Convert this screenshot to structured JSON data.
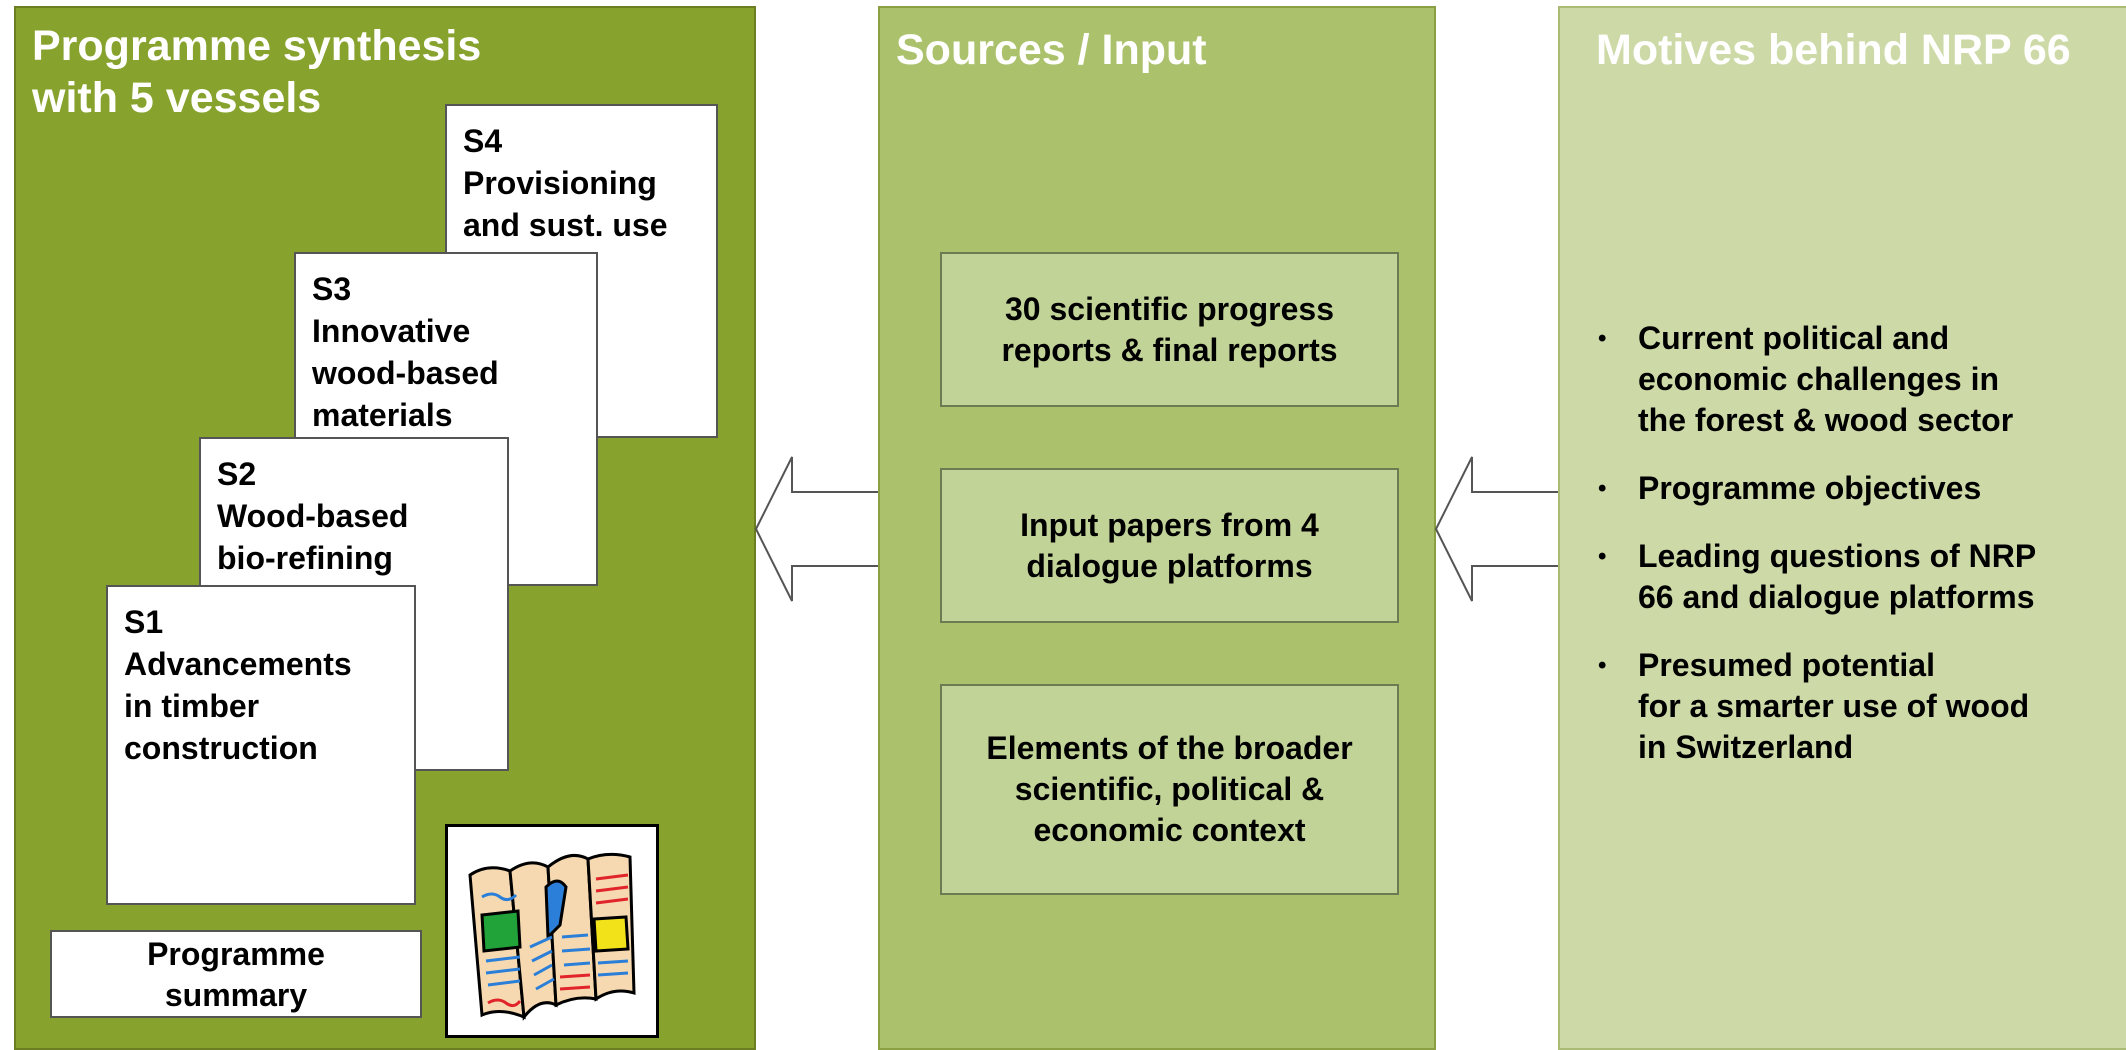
{
  "panels": {
    "synthesis": {
      "title_lines": [
        "Programme synthesis",
        "with 5 vessels"
      ]
    },
    "sources": {
      "title": "Sources / Input"
    },
    "motives": {
      "title": "Motives behind NRP 66"
    }
  },
  "synthesis_docs": [
    {
      "lines": [
        "S4",
        "Provisioning",
        "and sust. use"
      ]
    },
    {
      "lines": [
        "S3",
        "Innovative",
        "wood-based",
        "materials"
      ]
    },
    {
      "lines": [
        "S2",
        "Wood-based",
        "bio-refining"
      ]
    },
    {
      "lines": [
        "S1",
        "Advancements",
        "in timber",
        "construction"
      ]
    }
  ],
  "summary": {
    "lines": [
      "Programme",
      "summary"
    ]
  },
  "newspaper": {
    "icon": "newspaper-icon"
  },
  "sources_boxes": [
    {
      "lines": [
        "30 scientific progress",
        "reports & final reports"
      ]
    },
    {
      "lines": [
        "Input papers from 4",
        "dialogue platforms"
      ]
    },
    {
      "lines": [
        "Elements of the broader",
        "scientific, political &",
        "economic context"
      ]
    }
  ],
  "motives_list": [
    {
      "lines": [
        "Current political and",
        "economic challenges in",
        "the forest & wood sector"
      ]
    },
    {
      "lines": [
        "Programme objectives"
      ]
    },
    {
      "lines": [
        "Leading questions of NRP",
        "66 and dialogue platforms"
      ]
    },
    {
      "lines": [
        "Presumed potential",
        "for a smarter use of wood",
        "in Switzerland"
      ]
    }
  ],
  "colors": {
    "synthesis_panel": "#87a22d",
    "sources_panel": "#abc16b",
    "motives_panel": "#cddaa8",
    "source_box": "#c2d398",
    "title_text": "#ffffff"
  }
}
